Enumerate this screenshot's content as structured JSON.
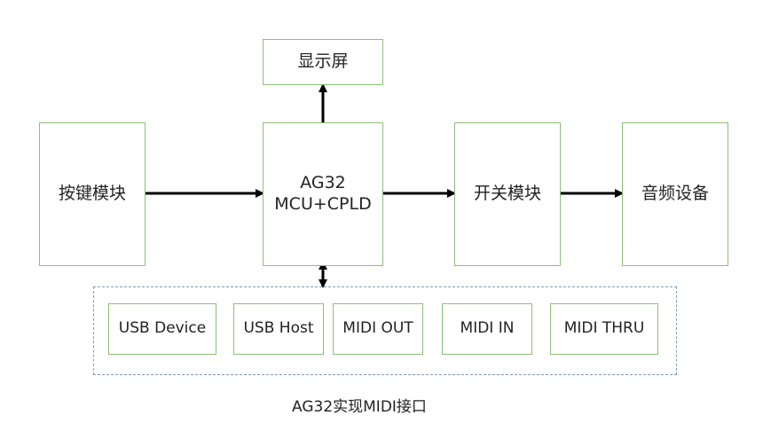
{
  "blocks": {
    "display": "显示屏",
    "keys": "按键模块",
    "mcu": "AG32\nMCU+CPLD",
    "switch": "开关模块",
    "audio": "音频设备"
  },
  "interfaces": [
    "USB Device",
    "USB Host",
    "MIDI OUT",
    "MIDI IN",
    "MIDI THRU"
  ],
  "caption": "AG32实现MIDI接口",
  "colors": {
    "box_border": "#8cc078",
    "group_border": "#7f9bb6",
    "arrow": "#000000",
    "text": "#222222"
  }
}
